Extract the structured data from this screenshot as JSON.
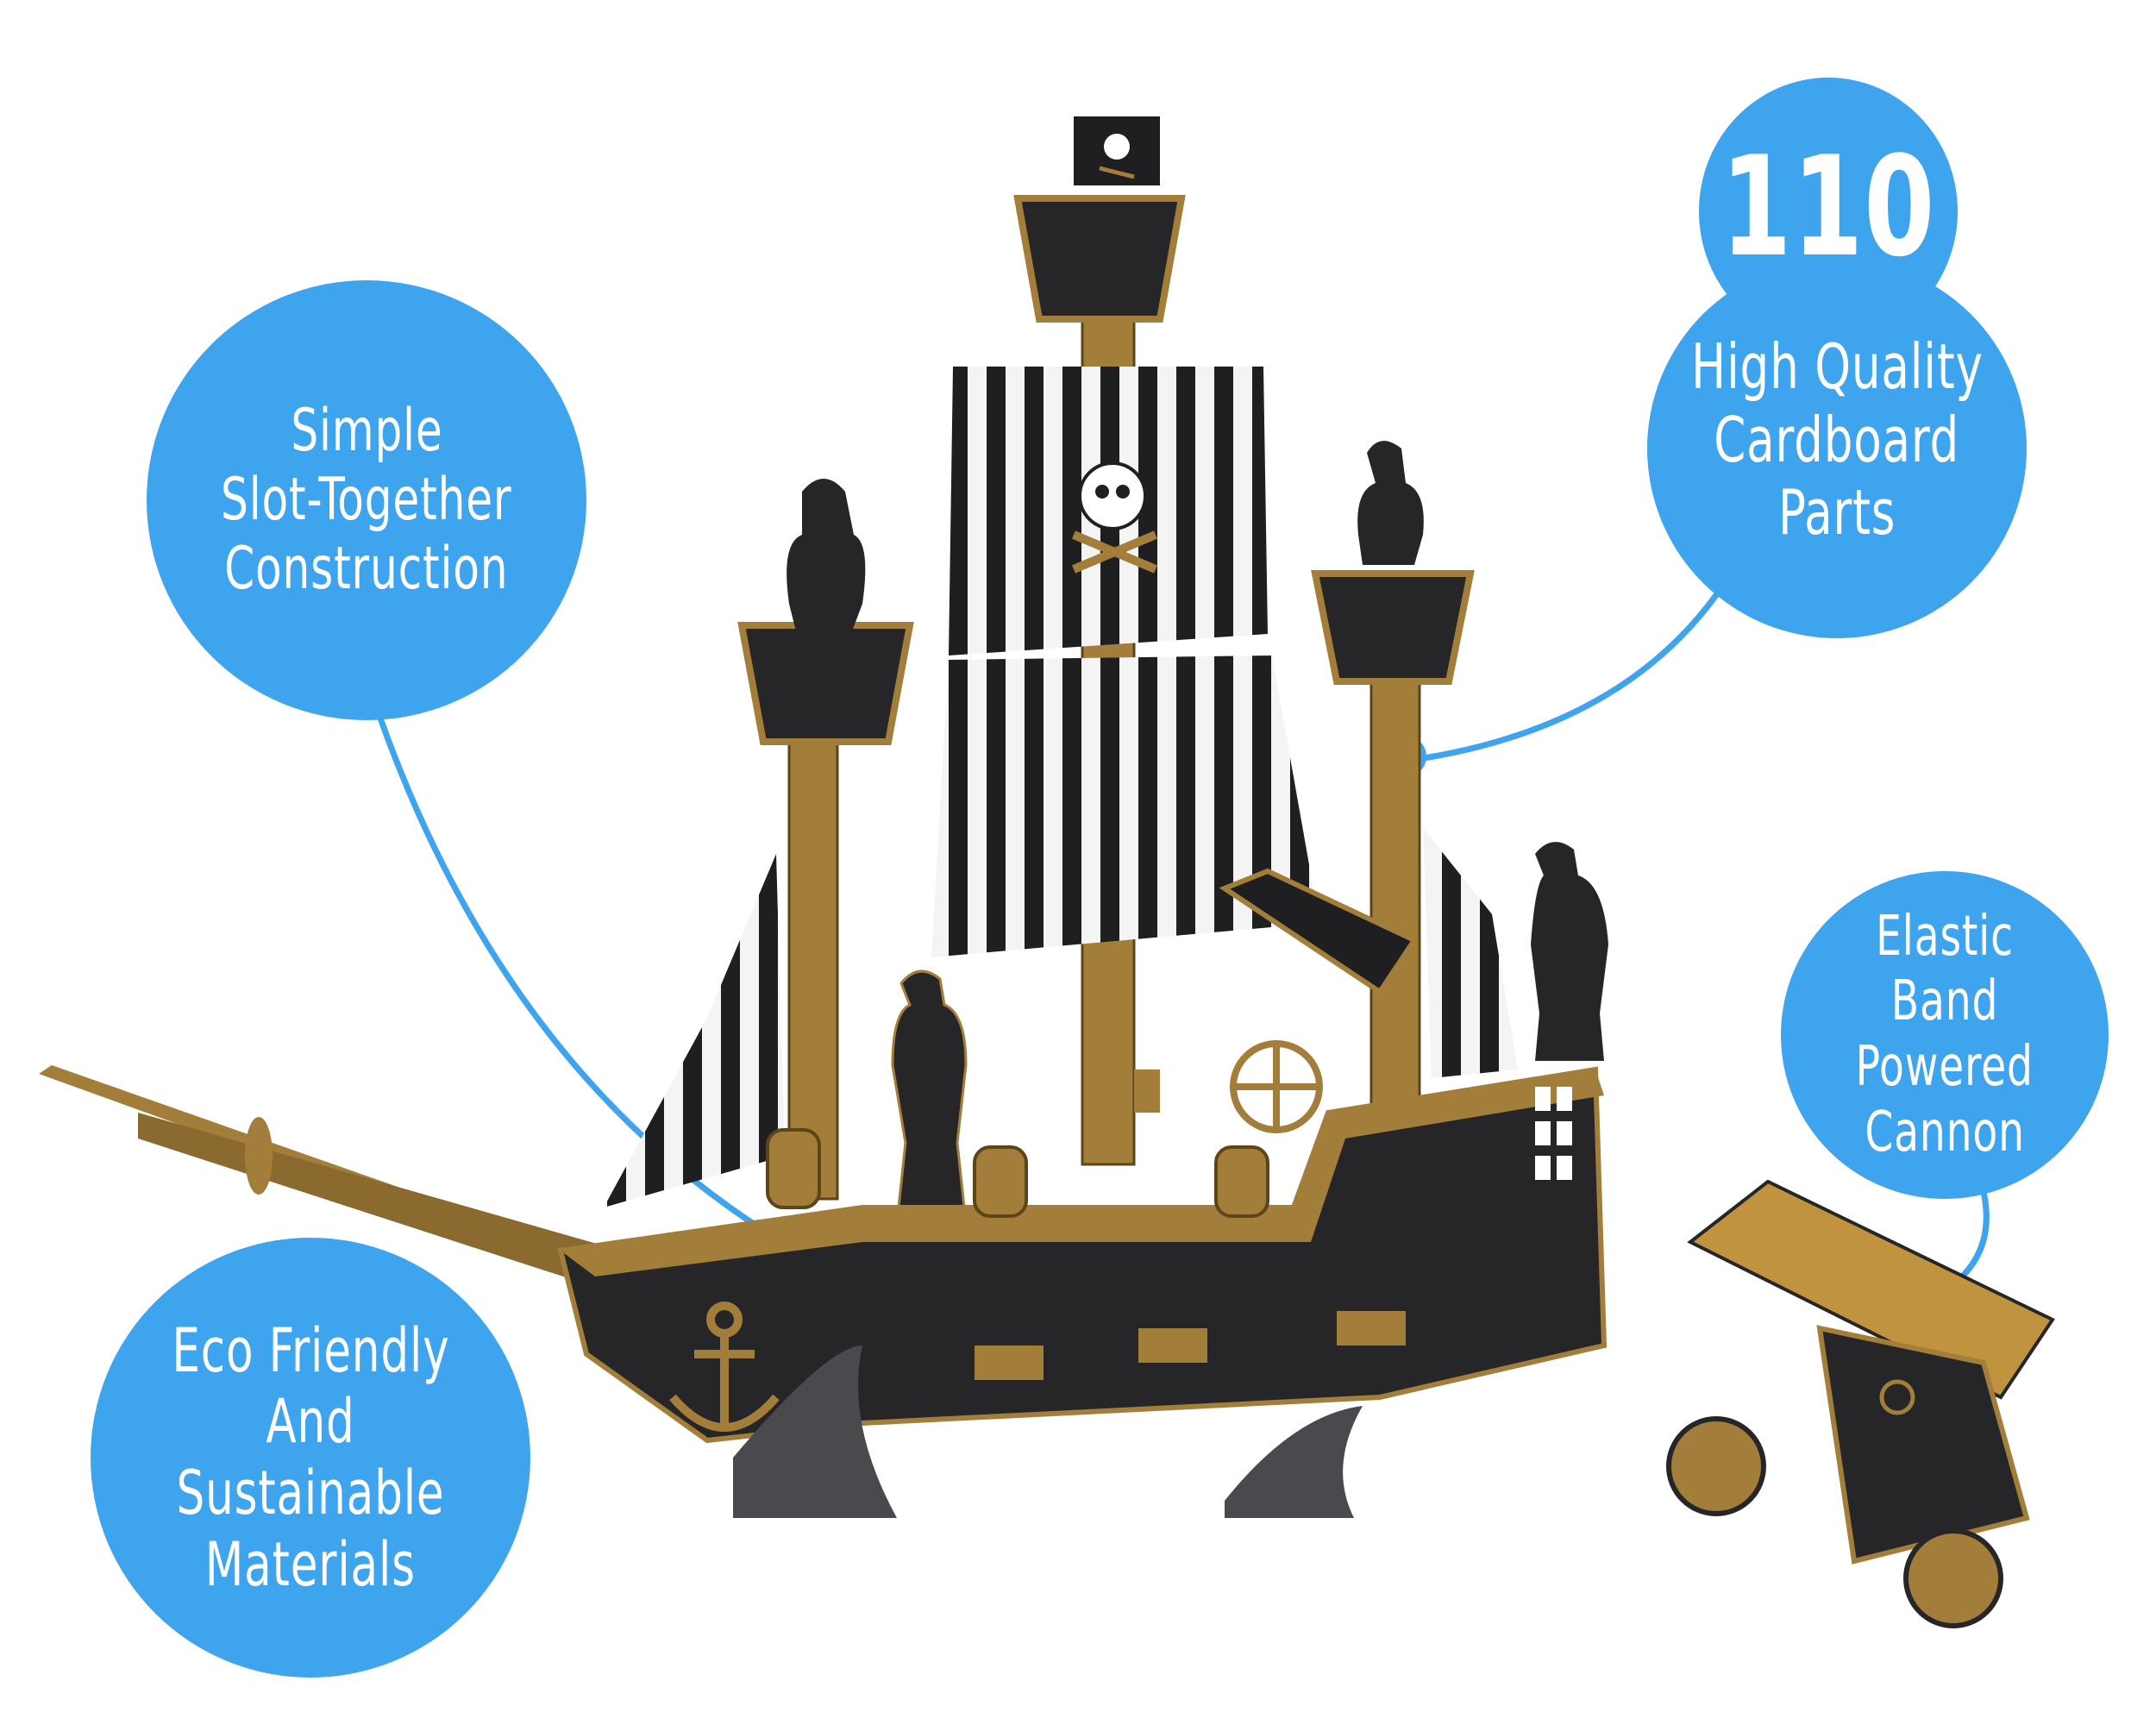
{
  "callouts": {
    "construction": {
      "lines": [
        "Simple",
        "Slot-Together",
        "Construction"
      ]
    },
    "parts": {
      "count": "110",
      "lines": [
        "High Quality",
        "Cardboard",
        "Parts"
      ]
    },
    "eco": {
      "lines": [
        "Eco Friendly",
        "And Sustainable",
        "Materials"
      ]
    },
    "cannon": {
      "lines": [
        "Elastic Band",
        "Powered",
        "Cannon"
      ]
    }
  },
  "colors": {
    "bubble": "#3ea4ee",
    "hull": "#262629",
    "gold": "#a37e3a",
    "sail_dark": "#1f1f22",
    "sail_light": "#f4f4f4",
    "shark": "#4a4a4e"
  },
  "icons": [
    "skull-crossbones-flag-icon",
    "anchor-icon",
    "ships-wheel-icon",
    "lantern-icon"
  ]
}
